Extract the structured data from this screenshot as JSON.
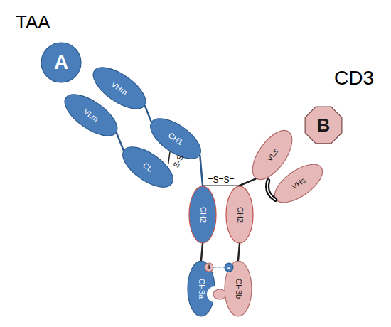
{
  "diagram": {
    "nodes": [
      {
        "text": [
          "A"
        ]
      },
      {
        "text": [
          "VHm"
        ]
      },
      {
        "text": [
          "VLm"
        ]
      },
      {
        "text": [
          "CH1"
        ]
      },
      {
        "text": [
          "CL"
        ]
      },
      {
        "text": [
          "CH2"
        ]
      },
      {
        "text": [
          "CH3a"
        ]
      },
      {
        "text": [
          "+"
        ],
        "in": 6
      },
      {
        "text": [
          "B"
        ]
      },
      {
        "text": [
          "VLs"
        ]
      },
      {
        "text": [
          "VHs"
        ]
      },
      {
        "text": [
          "CH2"
        ]
      },
      {
        "text": [
          "CH3b"
        ]
      },
      {
        "text": [
          "-"
        ],
        "in": 12
      }
    ],
    "edges": [
      {
        "from": 1,
        "to": 3,
        "arrow": "none"
      },
      {
        "from": 2,
        "to": 4,
        "arrow": "none"
      },
      {
        "from": 3,
        "to": 5,
        "arrow": "none"
      },
      {
        "from": 4,
        "to": 3,
        "label": "S-S",
        "arrow": "none"
      },
      {
        "from": 5,
        "to": 11,
        "label": "=S=S=",
        "arrow": "none"
      },
      {
        "from": 5,
        "to": 6,
        "arrow": "none"
      },
      {
        "from": 11,
        "to": 12,
        "arrow": "none"
      },
      {
        "from": 9,
        "to": 11,
        "arrow": "none"
      },
      {
        "from": 9,
        "to": 10,
        "arrow": "none"
      },
      {
        "from": 7,
        "to": 13,
        "arrow": "none"
      }
    ],
    "labels": [
      "TAA",
      "CD3"
    ]
  }
}
